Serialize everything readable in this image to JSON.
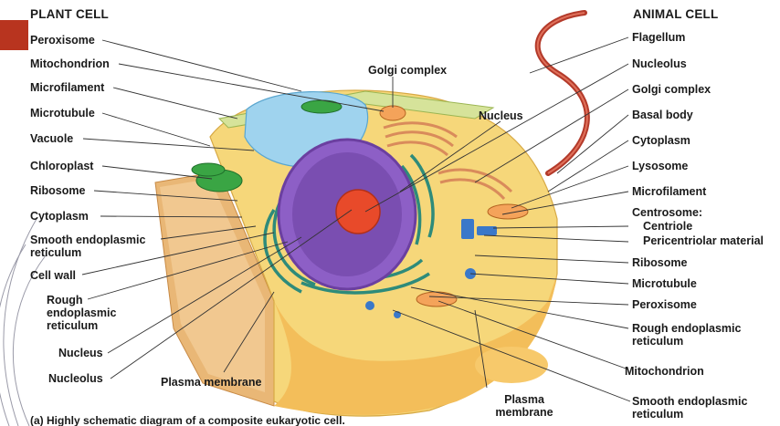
{
  "headings": {
    "plant": "PLANT CELL",
    "animal": "ANIMAL CELL"
  },
  "left_labels": [
    "Peroxisome",
    "Mitochondrion",
    "Microfilament",
    "Microtubule",
    "Vacuole",
    "Chloroplast",
    "Ribosome",
    "Cytoplasm",
    "Smooth endoplasmic reticulum",
    "Cell wall",
    "Rough endoplasmic reticulum",
    "Nucleus",
    "Nucleolus"
  ],
  "bottom_labels": {
    "plasma_left": "Plasma membrane",
    "plasma_right": "Plasma membrane"
  },
  "center_labels": {
    "golgi": "Golgi complex",
    "nucleus": "Nucleus"
  },
  "right_labels": [
    "Flagellum",
    "Nucleolus",
    "Golgi complex",
    "Basal body",
    "Cytoplasm",
    "Lysosome",
    "Microfilament",
    "Centrosome:",
    "Centriole",
    "Pericentriolar material",
    "Ribosome",
    "Microtubule",
    "Peroxisome",
    "Rough endoplasmic reticulum",
    "Mitochondrion",
    "Smooth endoplasmic reticulum"
  ],
  "caption": {
    "tag": "(a)",
    "text": "Highly schematic diagram of a composite eukaryotic cell."
  },
  "colors": {
    "accent": "#b8341f",
    "cytoplasm": "#f6d77a",
    "nucleus": "#6b3fa0",
    "nucleolus": "#e84a2a",
    "er": "#2e8b7a",
    "golgi": "#d98b5b",
    "chloroplast": "#3aa544",
    "flagellum": "#b33a2a"
  }
}
